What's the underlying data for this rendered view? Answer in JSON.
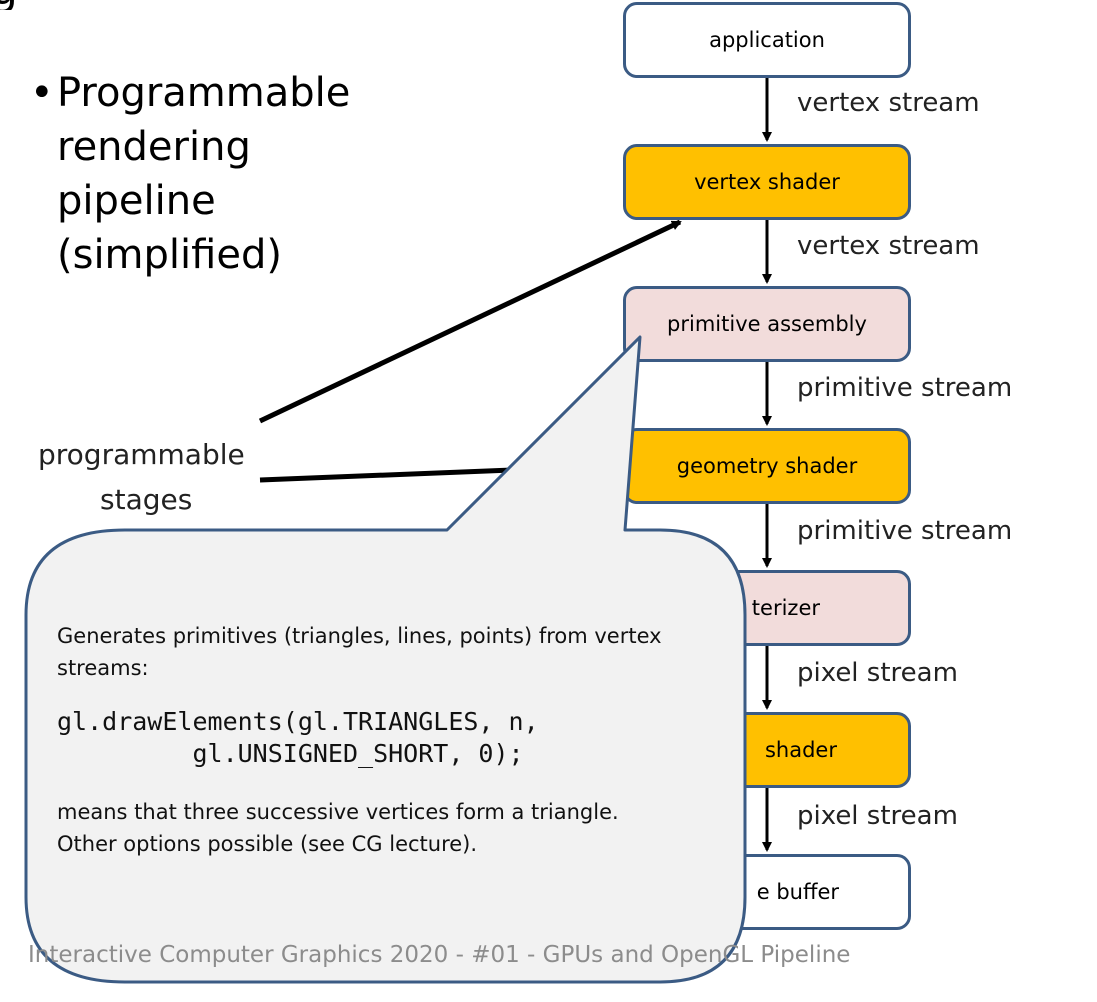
{
  "slide": {
    "title_fragment": "g",
    "bullet_symbol": "•",
    "bullet_text": "Programmable rendering pipeline (simplified)"
  },
  "pipeline": {
    "stages": [
      {
        "label": "application",
        "kind": "fixed"
      },
      {
        "label": "vertex shader",
        "kind": "programmable"
      },
      {
        "label": "primitive assembly",
        "kind": "fixed"
      },
      {
        "label": "geometry shader",
        "kind": "programmable"
      },
      {
        "label": "terizer",
        "kind": "fixed"
      },
      {
        "label": "shader",
        "kind": "programmable"
      },
      {
        "label": "e buffer",
        "kind": "fixed"
      }
    ],
    "streams": [
      "vertex stream",
      "vertex stream",
      "primitive stream",
      "primitive stream",
      "pixel stream",
      "pixel stream"
    ]
  },
  "side_label": {
    "line1": "programmable",
    "line2": "stages"
  },
  "callout": {
    "intro": "Generates primitives (triangles, lines, points) from vertex streams:",
    "code_line1": "gl.drawElements(gl.TRIANGLES, n,",
    "code_line2": "         gl.UNSIGNED_SHORT, 0);",
    "explanation_line1": "means that three successive vertices form a triangle.",
    "explanation_line2": "Other options possible (see CG lecture)."
  },
  "footer": {
    "text": "Interactive Computer Graphics 2020 - #01 - GPUs and OpenGL Pipeline"
  },
  "colors": {
    "stage_border": "#3b5b84",
    "programmable_fill": "#ffc000",
    "fixed_fill": "#f2dcdb",
    "callout_fill": "#f2f2f2",
    "footer_text": "#8c8c8c"
  }
}
